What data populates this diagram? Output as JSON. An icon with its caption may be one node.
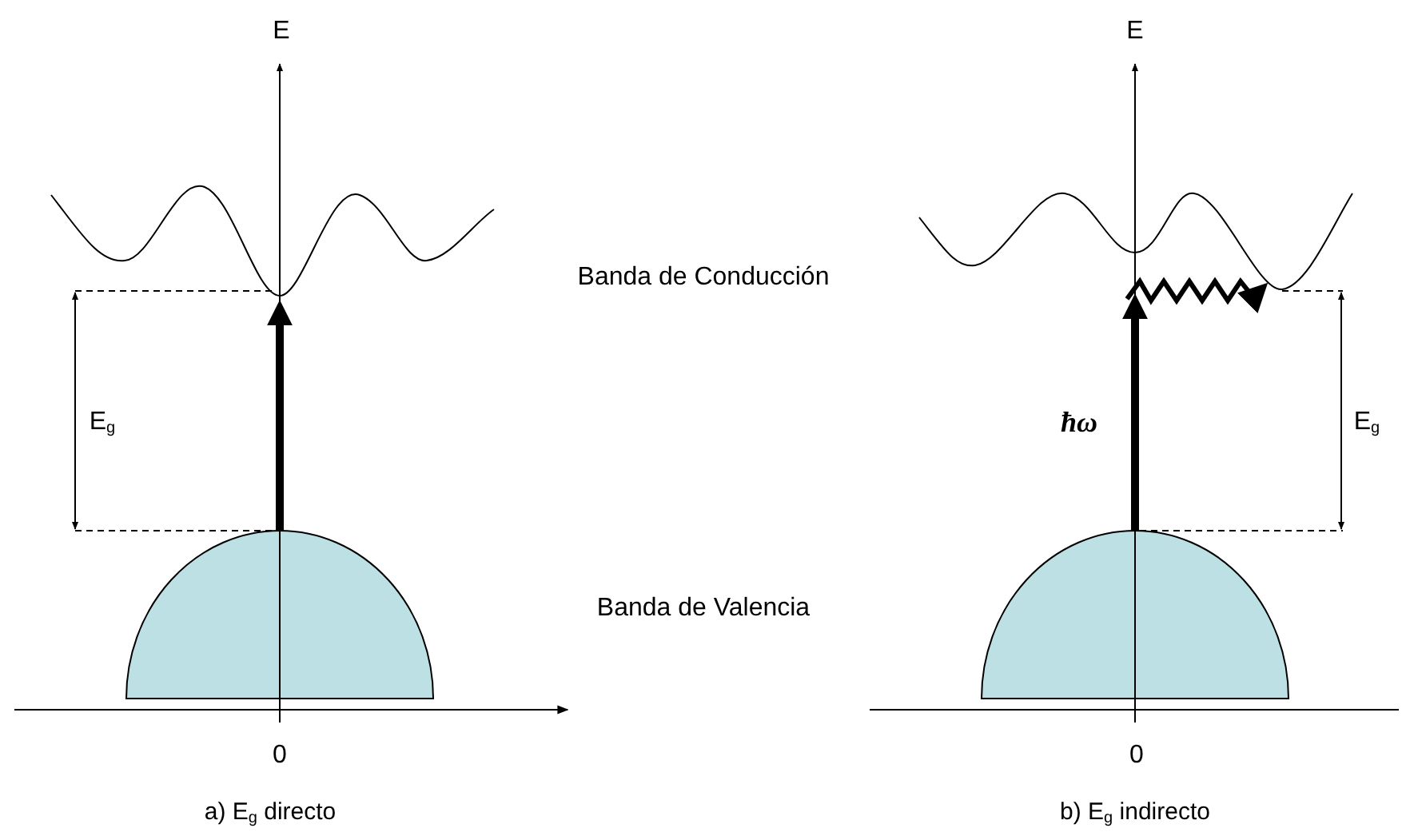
{
  "diagram": {
    "labels": [
      "E",
      "E",
      "Banda de Conducción",
      "E$_{g}$",
      "ħω",
      "E$_{g}$",
      "Banda de Valencia",
      "0",
      "0",
      "a) E$_{g}$ directo",
      "b) E$_{g}$ indirecto"
    ]
  }
}
